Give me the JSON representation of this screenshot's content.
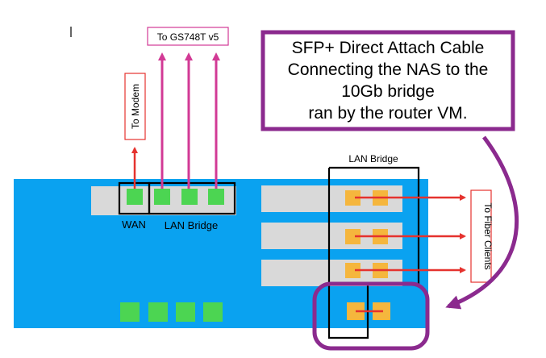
{
  "labels": {
    "to_switch": "To GS748T v5",
    "to_modem": "To Modem",
    "wan": "WAN",
    "lan_bridge_left": "LAN Bridge",
    "lan_bridge_right": "LAN Bridge",
    "to_fiber": "To Fiber Clients"
  },
  "callout": {
    "lines": [
      "SFP+ Direct Attach Cable",
      "Connecting the NAS to the",
      "10Gb bridge",
      "ran by the router VM."
    ]
  },
  "colors": {
    "chassis": "#0aa2f0",
    "port_green": "#4cd552",
    "port_orange": "#f5b63d",
    "slot_gray": "#d9d9d9",
    "arrow_red": "#e5322e",
    "arrow_magenta": "#d23a95",
    "callout_purple": "#8b2a8e"
  }
}
